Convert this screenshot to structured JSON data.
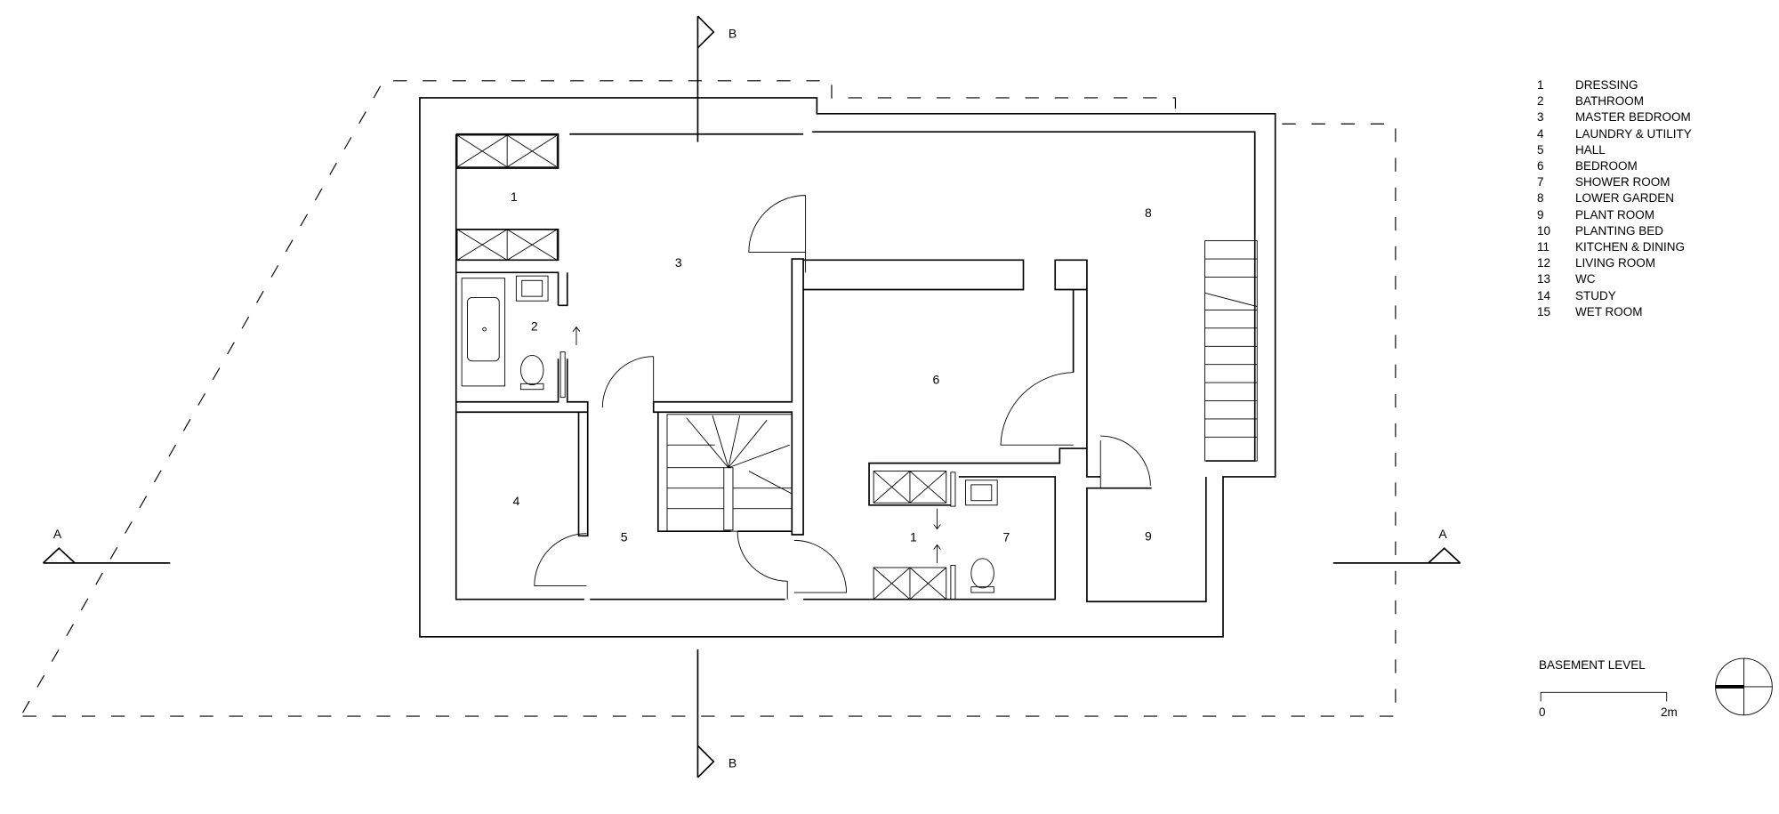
{
  "legend": [
    {
      "num": "1",
      "name": "DRESSING"
    },
    {
      "num": "2",
      "name": "BATHROOM"
    },
    {
      "num": "3",
      "name": "MASTER BEDROOM"
    },
    {
      "num": "4",
      "name": "LAUNDRY & UTILITY"
    },
    {
      "num": "5",
      "name": "HALL"
    },
    {
      "num": "6",
      "name": "BEDROOM"
    },
    {
      "num": "7",
      "name": "SHOWER ROOM"
    },
    {
      "num": "8",
      "name": "LOWER GARDEN"
    },
    {
      "num": "9",
      "name": "PLANT ROOM"
    },
    {
      "num": "10",
      "name": "PLANTING BED"
    },
    {
      "num": "11",
      "name": "KITCHEN & DINING"
    },
    {
      "num": "12",
      "name": "LIVING ROOM"
    },
    {
      "num": "13",
      "name": "WC"
    },
    {
      "num": "14",
      "name": "STUDY"
    },
    {
      "num": "15",
      "name": "WET ROOM"
    }
  ],
  "plan": {
    "level_title": "BASEMENT LEVEL",
    "scale_start": "0",
    "scale_end": "2m",
    "section_a": "A",
    "section_b": "B",
    "room_tags": [
      "1",
      "3",
      "2",
      "8",
      "6",
      "4",
      "5",
      "1",
      "7",
      "9"
    ]
  }
}
